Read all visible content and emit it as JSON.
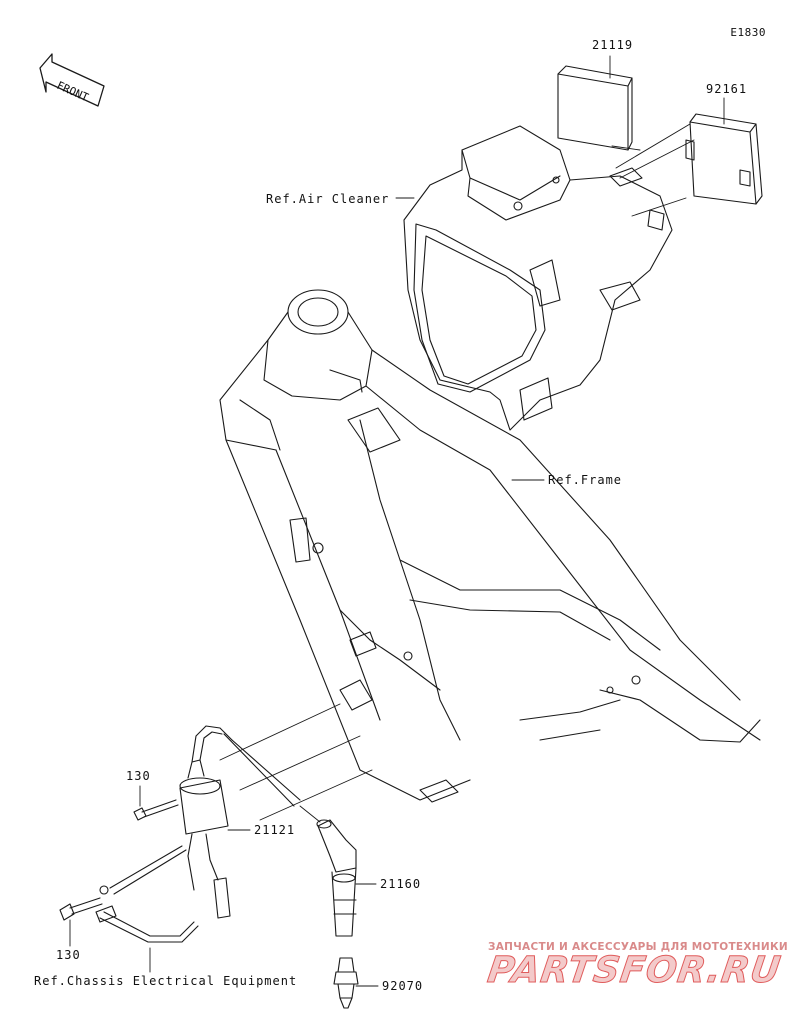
{
  "diagram": {
    "sheet_code": "E1830",
    "direction_label": "FRONT",
    "labels": {
      "air_cleaner": "Ref.Air Cleaner",
      "frame": "Ref.Frame",
      "chassis_electrical": "Ref.Chassis Electrical Equipment"
    },
    "part_numbers": {
      "ecu_cover": "21119",
      "ecu_bracket": "92161",
      "bolt_upper": "130",
      "bolt_lower": "130",
      "ignition_coil": "21121",
      "plug_cap": "21160",
      "spark_plug": "92070"
    }
  },
  "watermark": {
    "tagline": "ЗАПЧАСТИ И АКСЕССУАРЫ ДЛЯ МОТОТЕХНИКИ",
    "logo": "PARTSFOR.RU"
  }
}
